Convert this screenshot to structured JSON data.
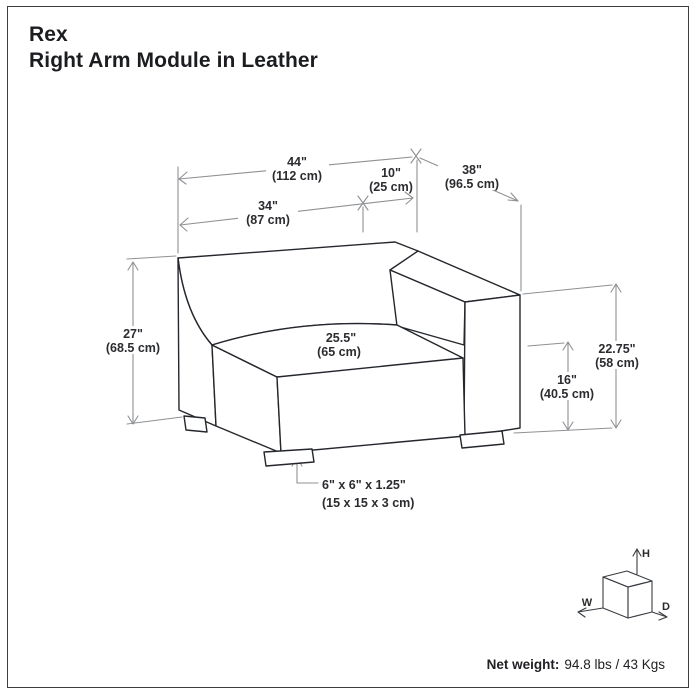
{
  "title": {
    "product": "Rex",
    "variant": "Right Arm Module in Leather"
  },
  "diagram": {
    "dims": {
      "overall_width_in": "44\"",
      "overall_width_cm": "(112 cm)",
      "arm_width_in": "10\"",
      "arm_width_cm": "(25 cm)",
      "overall_depth_in": "38\"",
      "overall_depth_cm": "(96.5 cm)",
      "seat_width_in": "34\"",
      "seat_width_cm": "(87 cm)",
      "overall_height_in": "27\"",
      "overall_height_cm": "(68.5 cm)",
      "seat_depth_in": "25.5\"",
      "seat_depth_cm": "(65 cm)",
      "arm_height_in": "22.75\"",
      "arm_height_cm": "(58 cm)",
      "seat_height_in": "16\"",
      "seat_height_cm": "(40.5 cm)",
      "foot_size_in": "6\" x 6\" x 1.25\"",
      "foot_size_cm": "(15 x 15 x 3 cm)"
    },
    "axes": {
      "width": "W",
      "depth": "D",
      "height": "H"
    }
  },
  "footer": {
    "weight_label": "Net weight:",
    "weight_value": "94.8 lbs / 43 Kgs"
  },
  "colors": {
    "background": "#ffffff",
    "border": "#3d3d3f",
    "sofa_outline": "#24272c",
    "dimension_line": "#8e9093",
    "text": "#2b2c2f"
  }
}
